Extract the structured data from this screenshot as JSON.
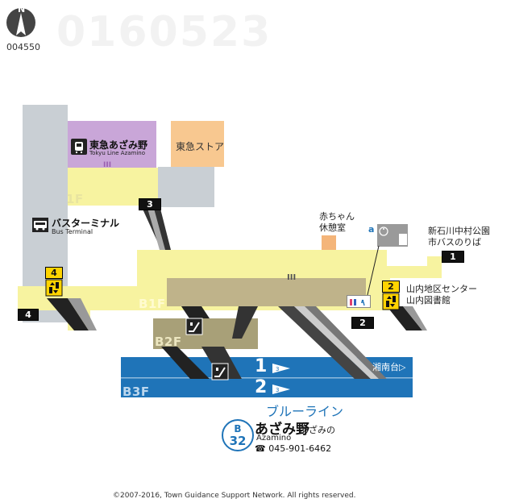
{
  "header": {
    "compass_letter": "N",
    "map_code": "004550",
    "watermark": "0160523"
  },
  "floors": {
    "f1": "1F",
    "b1f": "B1F",
    "b2f": "B2F",
    "b3f": "B3F"
  },
  "places": {
    "tokyu_station_name": "東急あざみ野",
    "tokyu_station_sub": "Tokyu Line Azamino",
    "tokyu_store": "東急ストア",
    "bus_terminal": "バスターミナル",
    "bus_terminal_en": "Bus Terminal",
    "baby_room_line1": "赤ちゃん",
    "baby_room_line2": "休憩室",
    "park_bus_line1": "新石川中村公園",
    "park_bus_line2": "市バスのりば",
    "center_line1": "山内地区センター",
    "center_line2": "山内図書館",
    "track_direction": "湘南台▷",
    "gate_symbol": "III"
  },
  "exits": {
    "exit_1": "1",
    "exit_2": "2",
    "exit_3": "3",
    "exit_4": "4",
    "elevator_4": "4",
    "elevator_2": "2"
  },
  "tracks": {
    "track_1": "1",
    "track_2": "2",
    "track_sign": "3̲"
  },
  "subway": {
    "line_name": "ブルーライン",
    "badge_letter": "B",
    "badge_number": "32",
    "station_name": "あざみ野",
    "station_kana": "あざみの",
    "station_en": "Azamino",
    "phone": "☎ 045-901-6462"
  },
  "footer": {
    "copyright": "©2007-2016, Town Guidance Support Network. All rights reserved."
  },
  "colors": {
    "platform_yellow": "#f7f3a0",
    "concourse_brown": "#bfb38a",
    "b2_olive": "#a8a078",
    "b3_blue": "#1f74b8",
    "tokyu_purple": "#c9a6d8",
    "store_orange": "#f8c890",
    "bus_grey": "#c9cfd4"
  }
}
